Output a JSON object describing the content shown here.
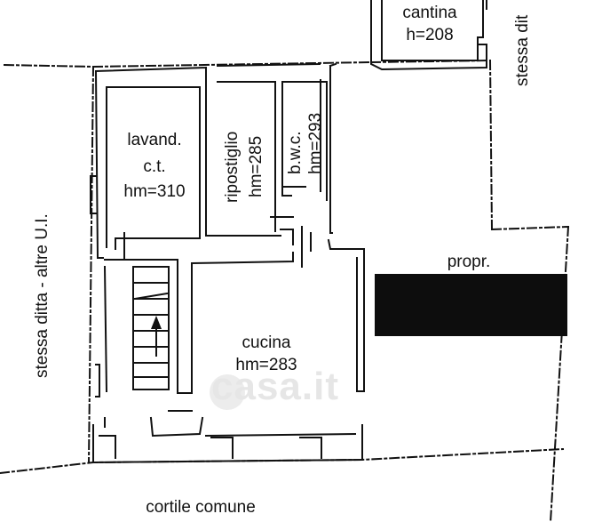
{
  "rooms": {
    "lavanderia": {
      "line1": "lavand.",
      "line2": "c.t.",
      "line3": "hm=310"
    },
    "ripostiglio": {
      "name": "ripostiglio",
      "height": "hm=285"
    },
    "bwc": {
      "name": "b.w.c.",
      "height": "hm=293"
    },
    "cucina": {
      "name": "cucina",
      "height": "hm=283"
    },
    "cantina": {
      "name": "cantina",
      "height": "h=208"
    }
  },
  "labels": {
    "left_side": "stessa ditta - altre U.I.",
    "top_right": "stessa dit",
    "propr": "propr.",
    "cortile": "cortile comune"
  },
  "watermark": "casa.it",
  "colors": {
    "line": "#111111",
    "propr_block": "#0d0d0d",
    "watermark": "#e6e6e6"
  }
}
